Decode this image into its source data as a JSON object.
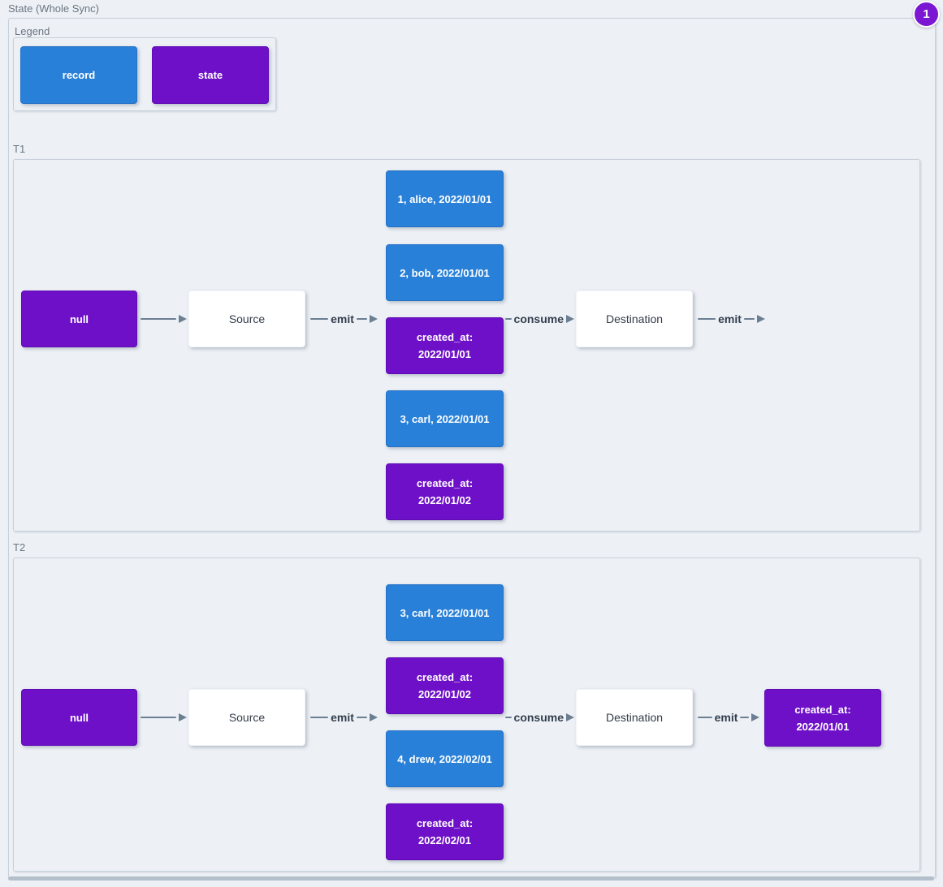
{
  "title": "State (Whole Sync)",
  "badge": {
    "value": "1"
  },
  "colors": {
    "record_blue": "#2980d8",
    "state_purple": "#6e10c8",
    "badge_purple": "#7b16d3",
    "background": "#edf1f6",
    "arrow": "#6b7e92"
  },
  "legend": {
    "label": "Legend",
    "items": [
      {
        "label": "record",
        "type": "record"
      },
      {
        "label": "state",
        "type": "state"
      }
    ]
  },
  "t1": {
    "label": "T1",
    "null_node": "null",
    "source": "Source",
    "destination": "Destination",
    "emit_label_1": "emit",
    "consume_label": "consume",
    "emit_label_2": "emit",
    "stack": [
      {
        "type": "record",
        "label": "1, alice, 2022/01/01"
      },
      {
        "type": "record",
        "label": "2, bob, 2022/01/01"
      },
      {
        "type": "state",
        "label": "created_at:\n2022/01/01"
      },
      {
        "type": "record",
        "label": "3, carl, 2022/01/01"
      },
      {
        "type": "state",
        "label": "created_at:\n2022/01/02"
      }
    ]
  },
  "t2": {
    "label": "T2",
    "null_node": "null",
    "source": "Source",
    "destination": "Destination",
    "emit_label_1": "emit",
    "consume_label": "consume",
    "emit_label_2": "emit",
    "stack": [
      {
        "type": "record",
        "label": "3, carl, 2022/01/01"
      },
      {
        "type": "state",
        "label": "created_at:\n2022/01/02"
      },
      {
        "type": "record",
        "label": "4, drew, 2022/02/01"
      },
      {
        "type": "state",
        "label": "created_at:\n2022/02/01"
      }
    ],
    "output_state": "created_at:\n2022/01/01"
  }
}
